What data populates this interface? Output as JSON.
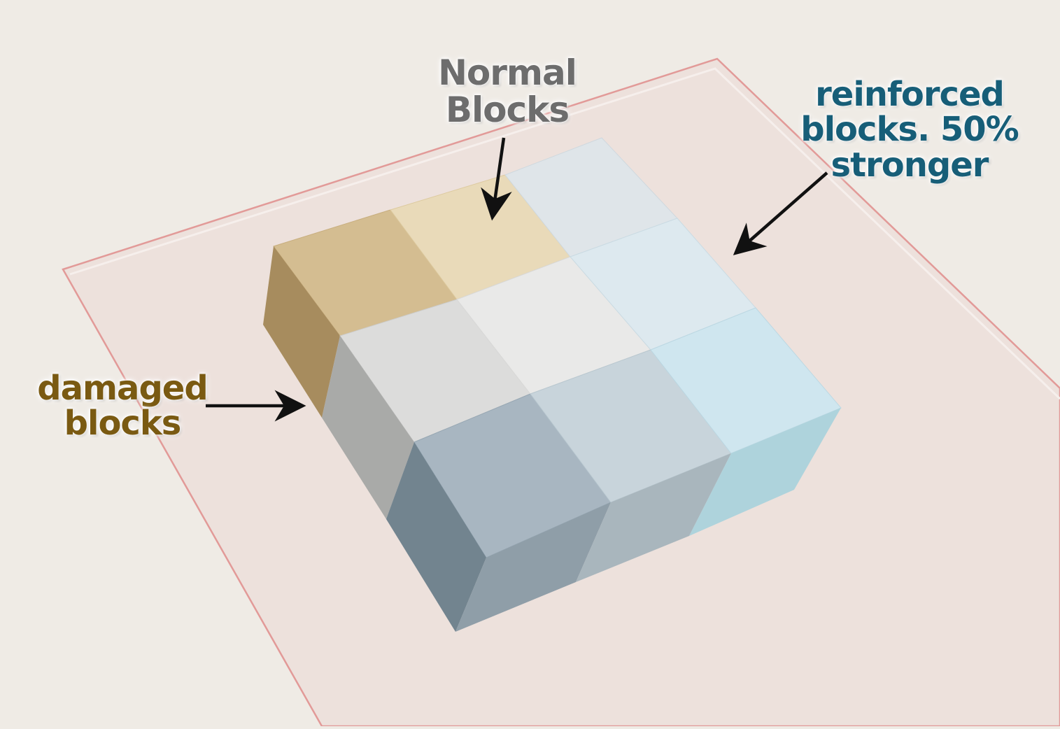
{
  "labels": {
    "normal": {
      "line1": "Normal",
      "line2": "Blocks",
      "color": "#6d6d6d"
    },
    "reinforced": {
      "line1": "reinforced",
      "line2": "blocks. 50%",
      "line3": "stronger",
      "color": "#175e78"
    },
    "damaged": {
      "line1": "damaged",
      "line2": "blocks",
      "color": "#7a5a12"
    }
  },
  "colors": {
    "background": "#efebe5",
    "base_plate": "#ede1dc",
    "base_plate_outline": "#e29a98",
    "damaged_block": "#d4bd91",
    "normal_block": "#e9dab9",
    "plain_block": "#e0e0df",
    "reinforced_block": "#cfe6ef",
    "arrow": "#111111"
  }
}
